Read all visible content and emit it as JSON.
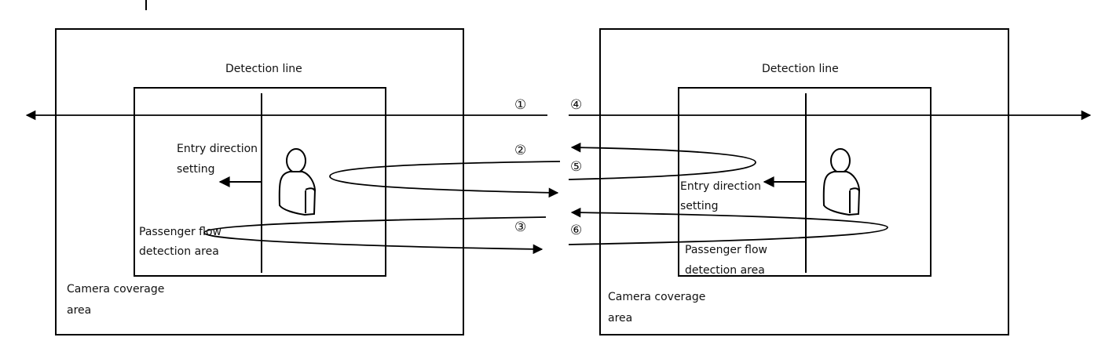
{
  "left_panel": {
    "detection_line_label": "Detection line",
    "entry_direction_label_1": "Entry direction",
    "entry_direction_label_2": "setting",
    "passenger_flow_label_1": "Passenger flow",
    "passenger_flow_label_2": "detection area",
    "camera_coverage_label_1": "Camera coverage",
    "camera_coverage_label_2": "area"
  },
  "right_panel": {
    "detection_line_label": "Detection line",
    "entry_direction_label_1": "Entry direction",
    "entry_direction_label_2": "setting",
    "passenger_flow_label_1": "Passenger flow",
    "passenger_flow_label_2": "detection area",
    "camera_coverage_label_1": "Camera coverage",
    "camera_coverage_label_2": "area"
  },
  "path_markers": {
    "m1": "①",
    "m2": "②",
    "m3": "③",
    "m4": "④",
    "m5": "⑤",
    "m6": "⑥"
  }
}
